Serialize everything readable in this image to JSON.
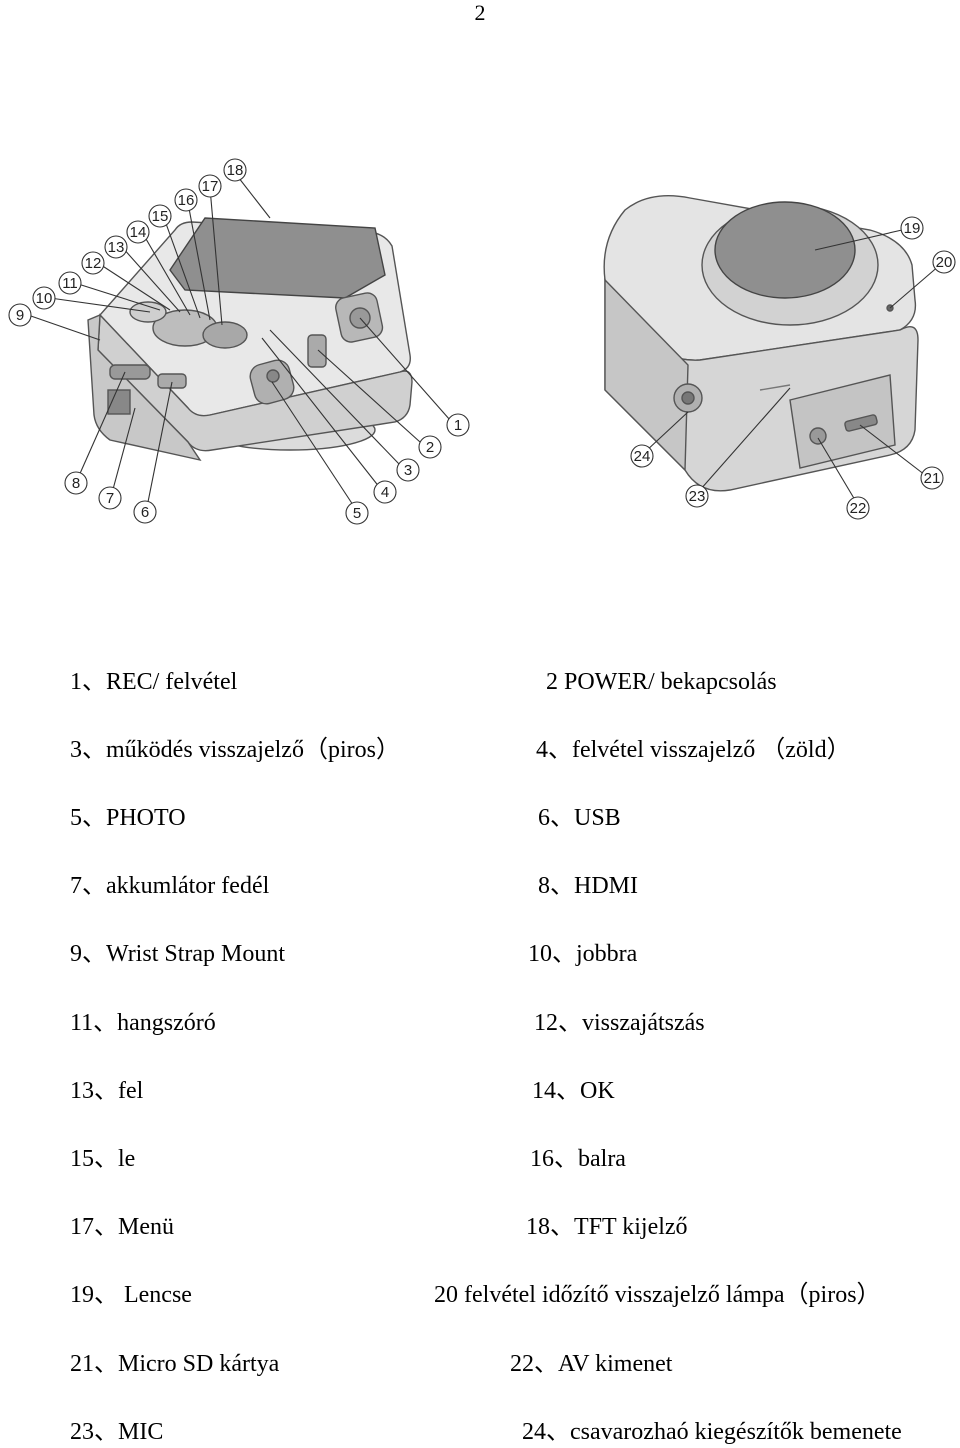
{
  "page_number": "2",
  "callout_numbers": [
    "1",
    "2",
    "3",
    "4",
    "5",
    "6",
    "7",
    "8",
    "9",
    "10",
    "11",
    "12",
    "13",
    "14",
    "15",
    "16",
    "17",
    "18",
    "19",
    "20",
    "21",
    "22",
    "23",
    "24"
  ],
  "legend": {
    "items": [
      {
        "id": "1",
        "text": "1、REC/ felvétel"
      },
      {
        "id": "2",
        "text": "2    POWER/ bekapcsolás"
      },
      {
        "id": "3",
        "text": "3、működés visszajelző（piros）"
      },
      {
        "id": "4",
        "text": "4、felvétel visszajelző （zöld）"
      },
      {
        "id": "5",
        "text": "5、PHOTO"
      },
      {
        "id": "6",
        "text": "6、USB"
      },
      {
        "id": "7",
        "text": "7、akkumlátor fedél"
      },
      {
        "id": "8",
        "text": "8、HDMI"
      },
      {
        "id": "9",
        "text": "9、Wrist Strap Mount"
      },
      {
        "id": "10",
        "text": "10、jobbra"
      },
      {
        "id": "11",
        "text": "11、hangszóró"
      },
      {
        "id": "12",
        "text": "12、visszajátszás"
      },
      {
        "id": "13",
        "text": "13、fel"
      },
      {
        "id": "14",
        "text": "14、OK"
      },
      {
        "id": "15",
        "text": "15、le"
      },
      {
        "id": "16",
        "text": "16、balra"
      },
      {
        "id": "17",
        "text": "17、Menü"
      },
      {
        "id": "18",
        "text": "18、TFT kijelző"
      },
      {
        "id": "19",
        "text": "19、 Lencse"
      },
      {
        "id": "20",
        "text": "20 felvétel időzítő visszajelző lámpa（piros）"
      },
      {
        "id": "21",
        "text": "21、Micro SD kártya"
      },
      {
        "id": "22",
        "text": "22、AV kimenet"
      },
      {
        "id": "23",
        "text": "23、MIC"
      },
      {
        "id": "24",
        "text": "24、csavarozhaó kiegészítők bemenete"
      }
    ]
  }
}
